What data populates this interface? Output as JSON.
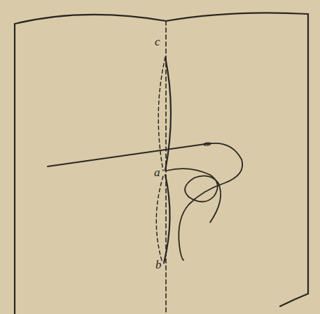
{
  "diagram": {
    "labels": [
      "c",
      "a",
      "b"
    ]
  }
}
